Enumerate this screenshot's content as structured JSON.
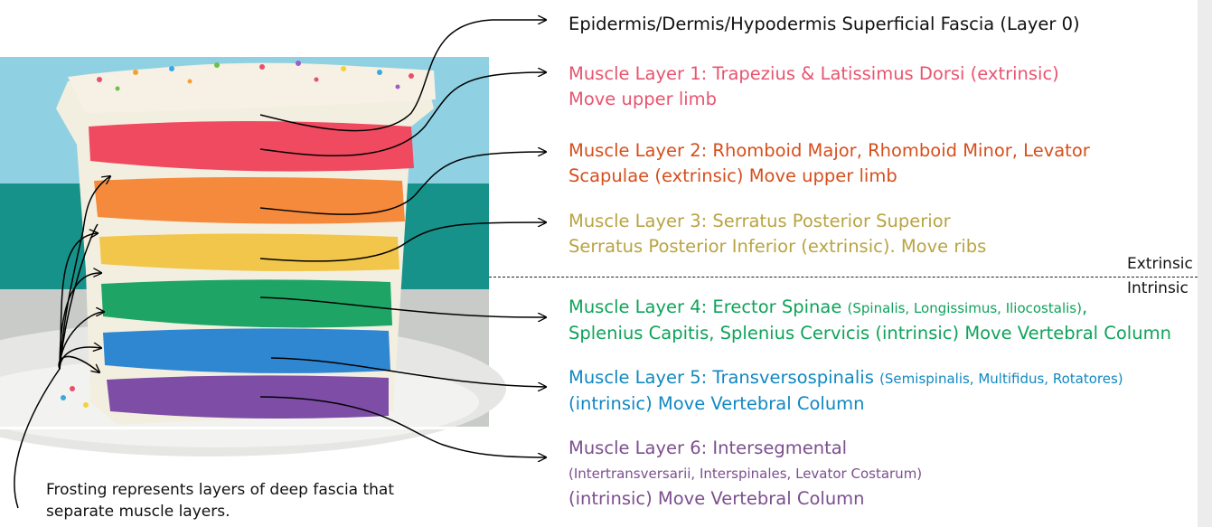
{
  "layers": [
    {
      "line1": "Epidermis/Dermis/Hypodermis Superficial Fascia (Layer 0)"
    },
    {
      "line1": "Muscle Layer 1: Trapezius & Latissimus Dorsi (extrinsic)",
      "line2": "Move upper limb",
      "color": "#e8546f"
    },
    {
      "line1": "Muscle Layer 2: Rhomboid Major, Rhomboid Minor, Levator",
      "line2": "Scapulae (extrinsic) Move upper limb",
      "color": "#d64f1c"
    },
    {
      "line1": "Muscle Layer 3: Serratus Posterior Superior",
      "line2": "Serratus Posterior Inferior (extrinsic). Move ribs",
      "color": "#b9a442"
    },
    {
      "line1a": "Muscle Layer 4: Erector Spinae ",
      "line1b": "(Spinalis, Longissimus, Iliocostalis)",
      "line1c": ",",
      "line2": "Splenius Capitis, Splenius Cervicis (intrinsic) Move Vertebral Column",
      "color": "#0fa35a"
    },
    {
      "line1a": "Muscle Layer 5: Transversospinalis ",
      "line1b": "(Semispinalis, Multifidus, Rotatores)",
      "line2": "(intrinsic) Move Vertebral Column",
      "color": "#1088c2"
    },
    {
      "line1": "Muscle Layer 6: Intersegmental",
      "line2": "(Intertransversarii, Interspinales, Levator Costarum)",
      "line3": "(intrinsic) Move Vertebral Column",
      "color": "#7c4f8e"
    }
  ],
  "divider": {
    "above": "Extrinsic",
    "below": "Intrinsic"
  },
  "note": {
    "line1": "Frosting represents layers of deep  fascia that",
    "line2": "separate muscle layers."
  },
  "colors": {
    "teal_background": "#17928a",
    "sky": "#8fd1e2"
  }
}
